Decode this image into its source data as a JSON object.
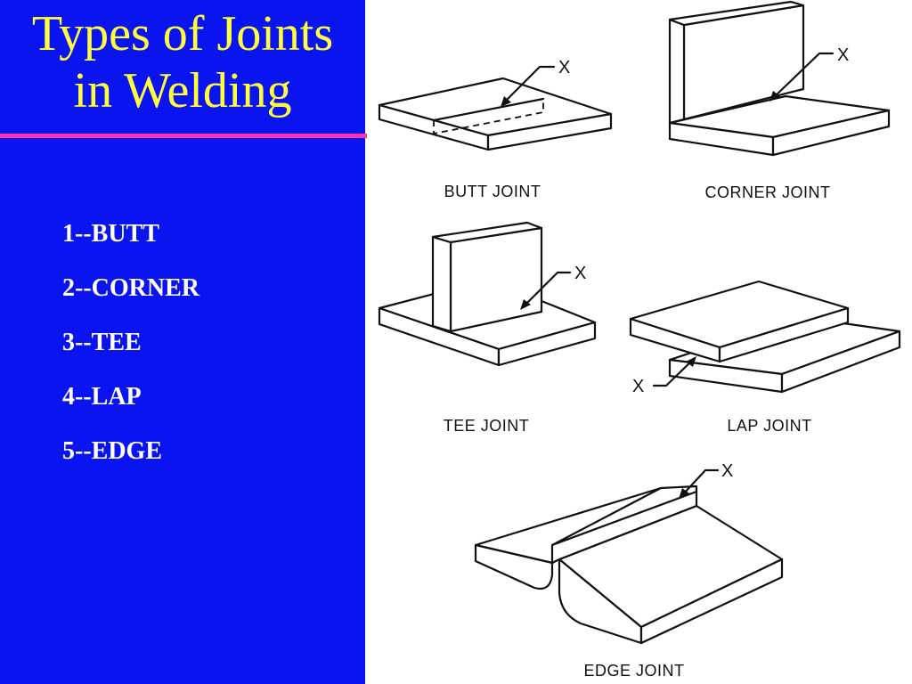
{
  "slide": {
    "title_line1": "Types of Joints",
    "title_line2": "in Welding",
    "joints": [
      "1--BUTT",
      "2--CORNER",
      "3--TEE",
      "4--LAP",
      "5--EDGE"
    ]
  },
  "diagram": {
    "butt_caption": "BUTT JOINT",
    "corner_caption": "CORNER JOINT",
    "tee_caption": "TEE JOINT",
    "lap_caption": "LAP JOINT",
    "edge_caption": "EDGE JOINT",
    "weld_marker": "X"
  },
  "colors": {
    "panel": "#0a14f0",
    "title": "#ffff3c",
    "rule": "#ff33aa",
    "list_text": "#ffffff"
  }
}
